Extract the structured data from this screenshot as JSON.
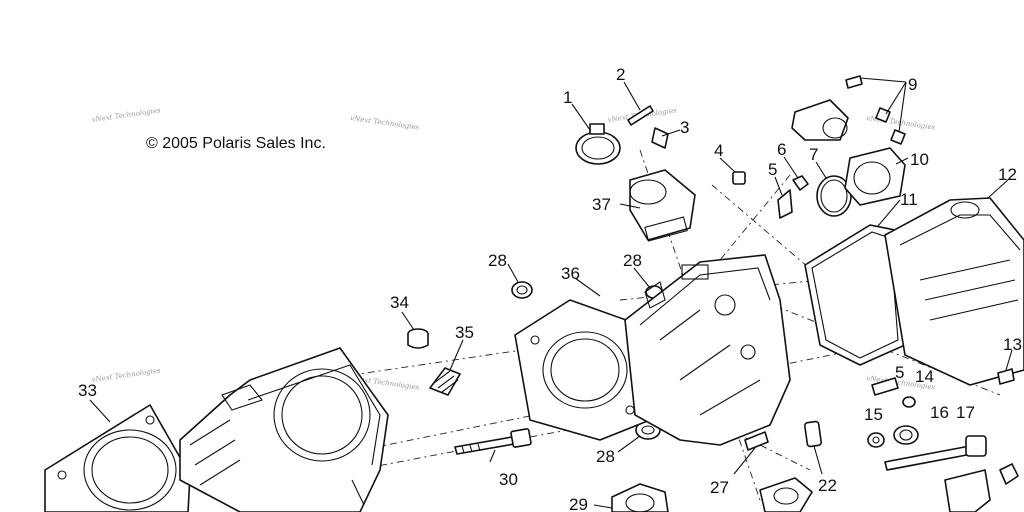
{
  "copyright": "© 2005 Polaris Sales Inc.",
  "watermark": "vNext Technologies",
  "callouts": {
    "c1": "1",
    "c2": "2",
    "c3": "3",
    "c4": "4",
    "c5a": "5",
    "c5b": "5",
    "c6": "6",
    "c7": "7",
    "c9": "9",
    "c10": "10",
    "c11": "11",
    "c12": "12",
    "c13": "13",
    "c14": "14",
    "c15": "15",
    "c16": "16",
    "c17": "17",
    "c22": "22",
    "c27": "27",
    "c28a": "28",
    "c28b": "28",
    "c28c": "28",
    "c29": "29",
    "c30": "30",
    "c33": "33",
    "c34": "34",
    "c35": "35",
    "c36": "36",
    "c37": "37"
  }
}
